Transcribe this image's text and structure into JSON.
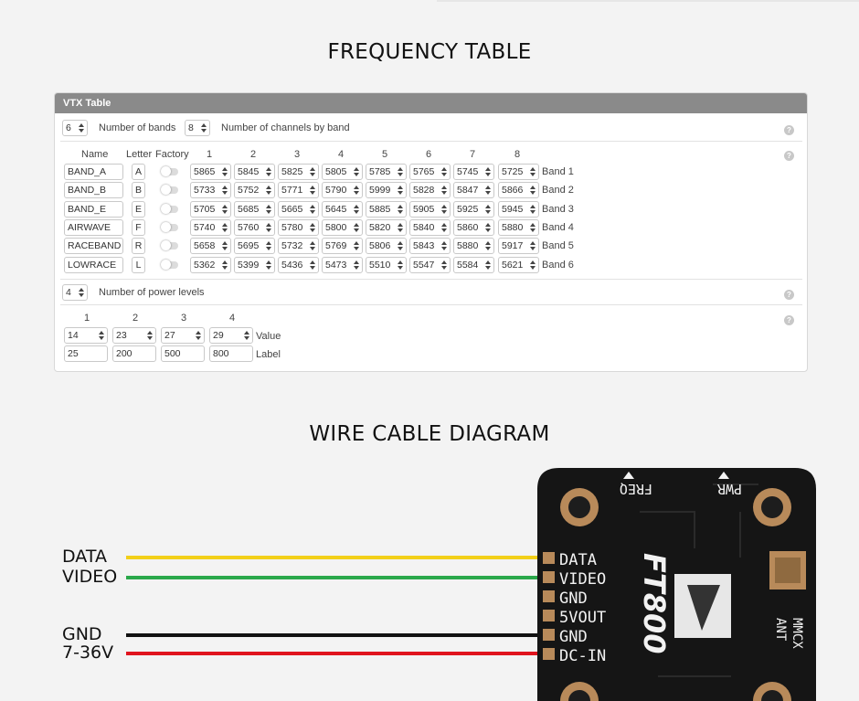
{
  "headings": {
    "frequency_table": "FREQUENCY TABLE",
    "wire_diagram": "WIRE CABLE DIAGRAM"
  },
  "vtx_table": {
    "title": "VTX Table",
    "number_of_bands": "6",
    "number_of_bands_label": "Number of bands",
    "channels_per_band": "8",
    "channels_per_band_label": "Number of channels by band",
    "help_icon": "?",
    "columns": {
      "name": "Name",
      "letter": "Letter",
      "factory": "Factory",
      "channels": [
        "1",
        "2",
        "3",
        "4",
        "5",
        "6",
        "7",
        "8"
      ]
    },
    "bands": [
      {
        "name": "BAND_A",
        "letter": "A",
        "factory": false,
        "freqs": [
          "5865",
          "5845",
          "5825",
          "5805",
          "5785",
          "5765",
          "5745",
          "5725"
        ],
        "label": "Band 1"
      },
      {
        "name": "BAND_B",
        "letter": "B",
        "factory": false,
        "freqs": [
          "5733",
          "5752",
          "5771",
          "5790",
          "5999",
          "5828",
          "5847",
          "5866"
        ],
        "label": "Band 2"
      },
      {
        "name": "BAND_E",
        "letter": "E",
        "factory": false,
        "freqs": [
          "5705",
          "5685",
          "5665",
          "5645",
          "5885",
          "5905",
          "5925",
          "5945"
        ],
        "label": "Band 3"
      },
      {
        "name": "AIRWAVE",
        "letter": "F",
        "factory": false,
        "freqs": [
          "5740",
          "5760",
          "5780",
          "5800",
          "5820",
          "5840",
          "5860",
          "5880"
        ],
        "label": "Band 4"
      },
      {
        "name": "RACEBAND",
        "letter": "R",
        "factory": false,
        "freqs": [
          "5658",
          "5695",
          "5732",
          "5769",
          "5806",
          "5843",
          "5880",
          "5917"
        ],
        "label": "Band 5"
      },
      {
        "name": "LOWRACE",
        "letter": "L",
        "factory": false,
        "freqs": [
          "5362",
          "5399",
          "5436",
          "5473",
          "5510",
          "5547",
          "5584",
          "5621"
        ],
        "label": "Band 6"
      }
    ],
    "power_levels": "4",
    "power_levels_label": "Number of power levels",
    "power_columns": [
      "1",
      "2",
      "3",
      "4"
    ],
    "power_values": [
      "14",
      "23",
      "27",
      "29"
    ],
    "power_values_label": "Value",
    "power_labels": [
      "25",
      "200",
      "500",
      "800"
    ],
    "power_labels_label": "Label"
  },
  "wires": [
    {
      "label": "DATA",
      "color": "#f2cf18"
    },
    {
      "label": "VIDEO",
      "color": "#2aa84a"
    },
    {
      "label": "GND",
      "color": "#111111"
    },
    {
      "label": "7-36V",
      "color": "#e0141e"
    }
  ],
  "board": {
    "pads": [
      "DATA",
      "VIDEO",
      "GND",
      "5VOUT",
      "GND",
      "DC-IN"
    ],
    "model": "FT800",
    "freq_label": "FREQ",
    "pwr_label": "PWR",
    "mmcx_label": "MMCX",
    "ant_label": "ANT",
    "color": "#151515",
    "pad_color": "#b88a5a"
  }
}
